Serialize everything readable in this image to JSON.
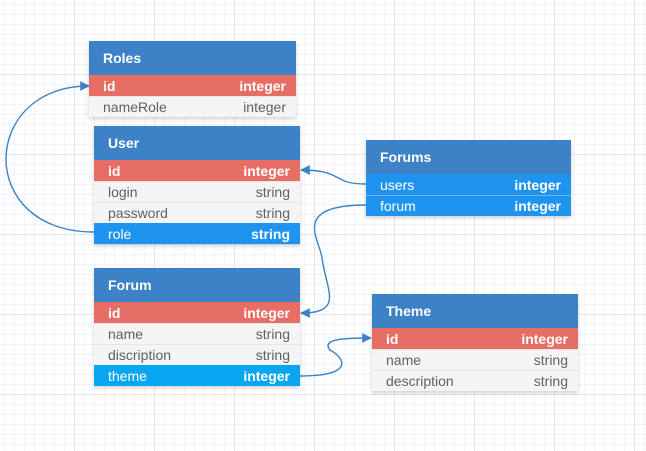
{
  "tables": {
    "roles": {
      "name": "Roles",
      "rows": [
        {
          "field": "id",
          "type": "integer"
        },
        {
          "field": "nameRole",
          "type": "integer"
        }
      ]
    },
    "user": {
      "name": "User",
      "rows": [
        {
          "field": "id",
          "type": "integer"
        },
        {
          "field": "login",
          "type": "string"
        },
        {
          "field": "password",
          "type": "string"
        },
        {
          "field": "role",
          "type": "string"
        }
      ]
    },
    "forums": {
      "name": "Forums",
      "rows": [
        {
          "field": "users",
          "type": "integer"
        },
        {
          "field": "forum",
          "type": "integer"
        }
      ]
    },
    "forum": {
      "name": "Forum",
      "rows": [
        {
          "field": "id",
          "type": "integer"
        },
        {
          "field": "name",
          "type": "string"
        },
        {
          "field": "discription",
          "type": "string"
        },
        {
          "field": "theme",
          "type": "integer"
        }
      ]
    },
    "theme": {
      "name": "Theme",
      "rows": [
        {
          "field": "id",
          "type": "integer"
        },
        {
          "field": "name",
          "type": "string"
        },
        {
          "field": "description",
          "type": "string"
        }
      ]
    }
  },
  "colors": {
    "header": "#3d82c6",
    "primary_key": "#e76e64",
    "foreign_key": "#1f94ee",
    "link": "#3d82c6"
  }
}
